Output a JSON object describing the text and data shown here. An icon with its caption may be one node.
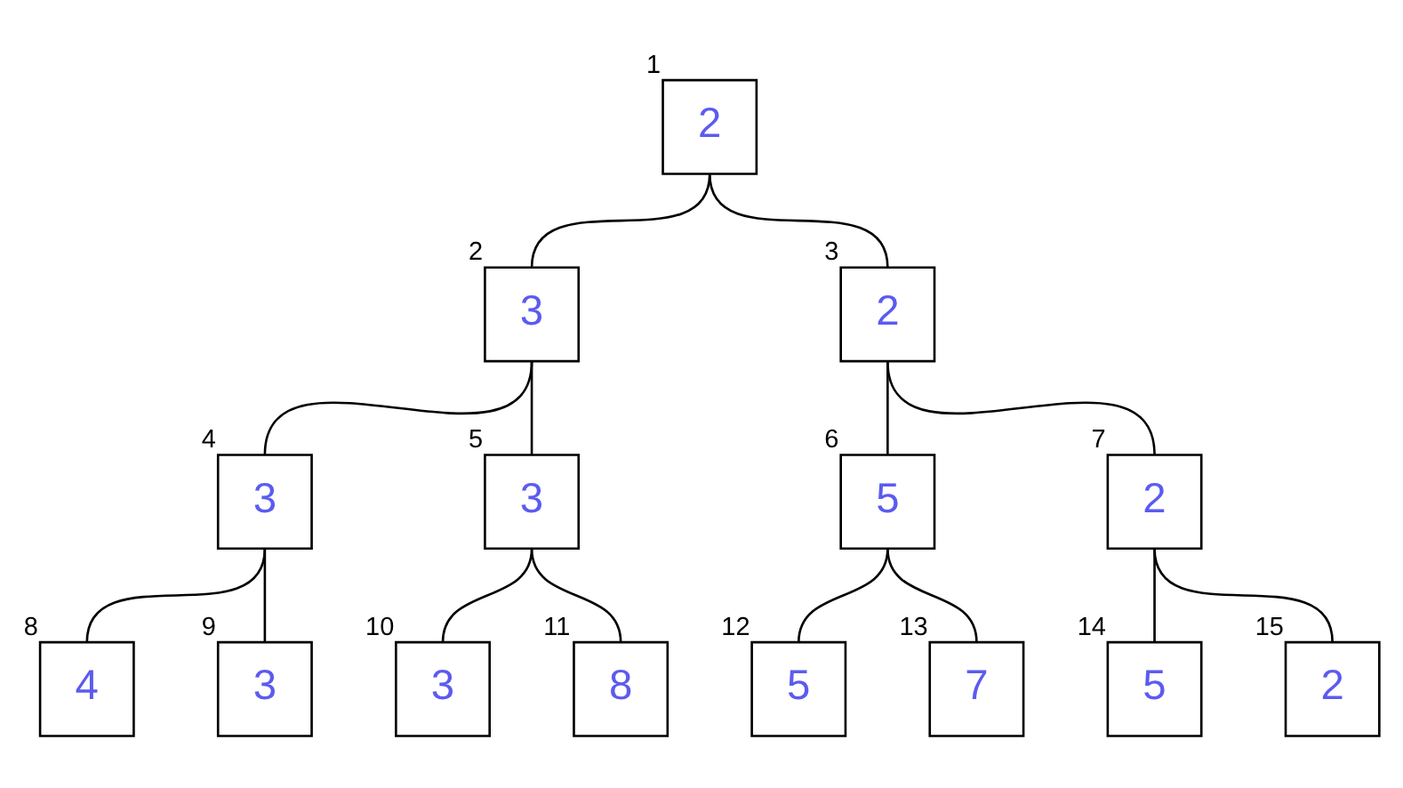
{
  "diagram": {
    "nodes": [
      {
        "text": [
          "2"
        ],
        "beside": [
          "1"
        ]
      },
      {
        "text": [
          "3"
        ],
        "beside": [
          "2"
        ]
      },
      {
        "text": [
          "2"
        ],
        "beside": [
          "3"
        ]
      },
      {
        "text": [
          "3"
        ],
        "beside": [
          "4"
        ]
      },
      {
        "text": [
          "3"
        ],
        "beside": [
          "5"
        ]
      },
      {
        "text": [
          "5"
        ],
        "beside": [
          "6"
        ]
      },
      {
        "text": [
          "2"
        ],
        "beside": [
          "7"
        ]
      },
      {
        "text": [
          "4"
        ],
        "beside": [
          "8"
        ]
      },
      {
        "text": [
          "3"
        ],
        "beside": [
          "9"
        ]
      },
      {
        "text": [
          "3"
        ],
        "beside": [
          "10"
        ]
      },
      {
        "text": [
          "8"
        ],
        "beside": [
          "11"
        ]
      },
      {
        "text": [
          "5"
        ],
        "beside": [
          "12"
        ]
      },
      {
        "text": [
          "7"
        ],
        "beside": [
          "13"
        ]
      },
      {
        "text": [
          "5"
        ],
        "beside": [
          "14"
        ]
      },
      {
        "text": [
          "2"
        ],
        "beside": [
          "15"
        ]
      }
    ],
    "edges": [
      {
        "from": 0,
        "to": 1,
        "arrow": "none"
      },
      {
        "from": 0,
        "to": 2,
        "arrow": "none"
      },
      {
        "from": 1,
        "to": 3,
        "arrow": "none"
      },
      {
        "from": 1,
        "to": 4,
        "arrow": "none"
      },
      {
        "from": 2,
        "to": 5,
        "arrow": "none"
      },
      {
        "from": 2,
        "to": 6,
        "arrow": "none"
      },
      {
        "from": 3,
        "to": 7,
        "arrow": "none"
      },
      {
        "from": 3,
        "to": 8,
        "arrow": "none"
      },
      {
        "from": 4,
        "to": 9,
        "arrow": "none"
      },
      {
        "from": 4,
        "to": 10,
        "arrow": "none"
      },
      {
        "from": 5,
        "to": 11,
        "arrow": "none"
      },
      {
        "from": 5,
        "to": 12,
        "arrow": "none"
      },
      {
        "from": 6,
        "to": 13,
        "arrow": "none"
      },
      {
        "from": 6,
        "to": 14,
        "arrow": "none"
      }
    ]
  }
}
